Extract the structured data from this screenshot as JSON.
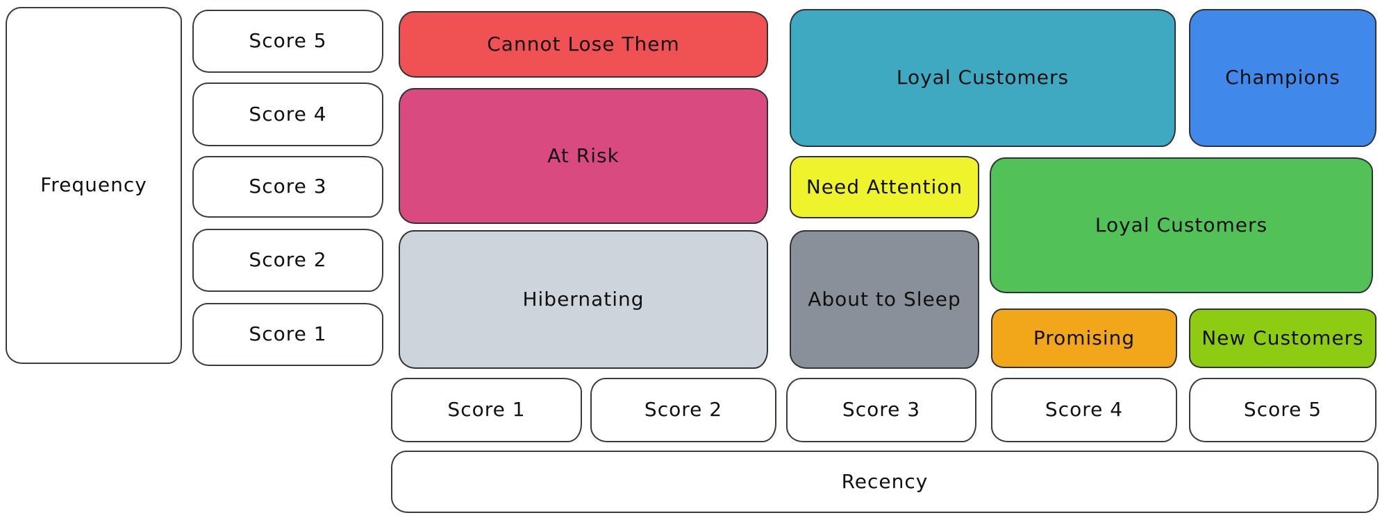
{
  "axes": {
    "frequency_label": "Frequency",
    "recency_label": "Recency"
  },
  "frequency_scores": [
    "Score 5",
    "Score 4",
    "Score 3",
    "Score 2",
    "Score 1"
  ],
  "recency_scores": [
    "Score 1",
    "Score 2",
    "Score 3",
    "Score 4",
    "Score 5"
  ],
  "segments": {
    "cannot_lose_them": {
      "label": "Cannot Lose Them",
      "color": "#f05152",
      "recency_span": [
        1,
        2
      ],
      "frequency_span": [
        5,
        5
      ]
    },
    "at_risk": {
      "label": "At Risk",
      "color": "#d94a80",
      "recency_span": [
        1,
        2
      ],
      "frequency_span": [
        3,
        4
      ]
    },
    "hibernating": {
      "label": "Hibernating",
      "color": "#ced4dc",
      "recency_span": [
        1,
        2
      ],
      "frequency_span": [
        1,
        2
      ]
    },
    "loyal_customers_top": {
      "label": "Loyal Customers",
      "color": "#3fa9c1",
      "recency_span": [
        3,
        4
      ],
      "frequency_span": [
        4,
        5
      ]
    },
    "champions": {
      "label": "Champions",
      "color": "#4089ea",
      "recency_span": [
        5,
        5
      ],
      "frequency_span": [
        4,
        5
      ]
    },
    "need_attention": {
      "label": "Need Attention",
      "color": "#eef32b",
      "recency_span": [
        3,
        3
      ],
      "frequency_span": [
        3,
        3
      ]
    },
    "about_to_sleep": {
      "label": "About to Sleep",
      "color": "#8a9099",
      "recency_span": [
        3,
        3
      ],
      "frequency_span": [
        1,
        2
      ]
    },
    "loyal_customers_right": {
      "label": "Loyal Customers",
      "color": "#52c158",
      "recency_span": [
        4,
        5
      ],
      "frequency_span": [
        2,
        3
      ]
    },
    "promising": {
      "label": "Promising",
      "color": "#f2a71b",
      "recency_span": [
        4,
        4
      ],
      "frequency_span": [
        1,
        1
      ]
    },
    "new_customers": {
      "label": "New Customers",
      "color": "#8ecc14",
      "recency_span": [
        5,
        5
      ],
      "frequency_span": [
        1,
        1
      ]
    }
  },
  "palette": {
    "red": "#f05152",
    "pink": "#d94a80",
    "light_gray": "#ced4dc",
    "teal": "#3fa9c1",
    "blue": "#4089ea",
    "yellow": "#eef32b",
    "dark_gray": "#8a9099",
    "green": "#52c158",
    "orange": "#f2a71b",
    "lime": "#8ecc14",
    "outline": "#2e3338",
    "text": "#101010",
    "background": "#ffffff"
  }
}
